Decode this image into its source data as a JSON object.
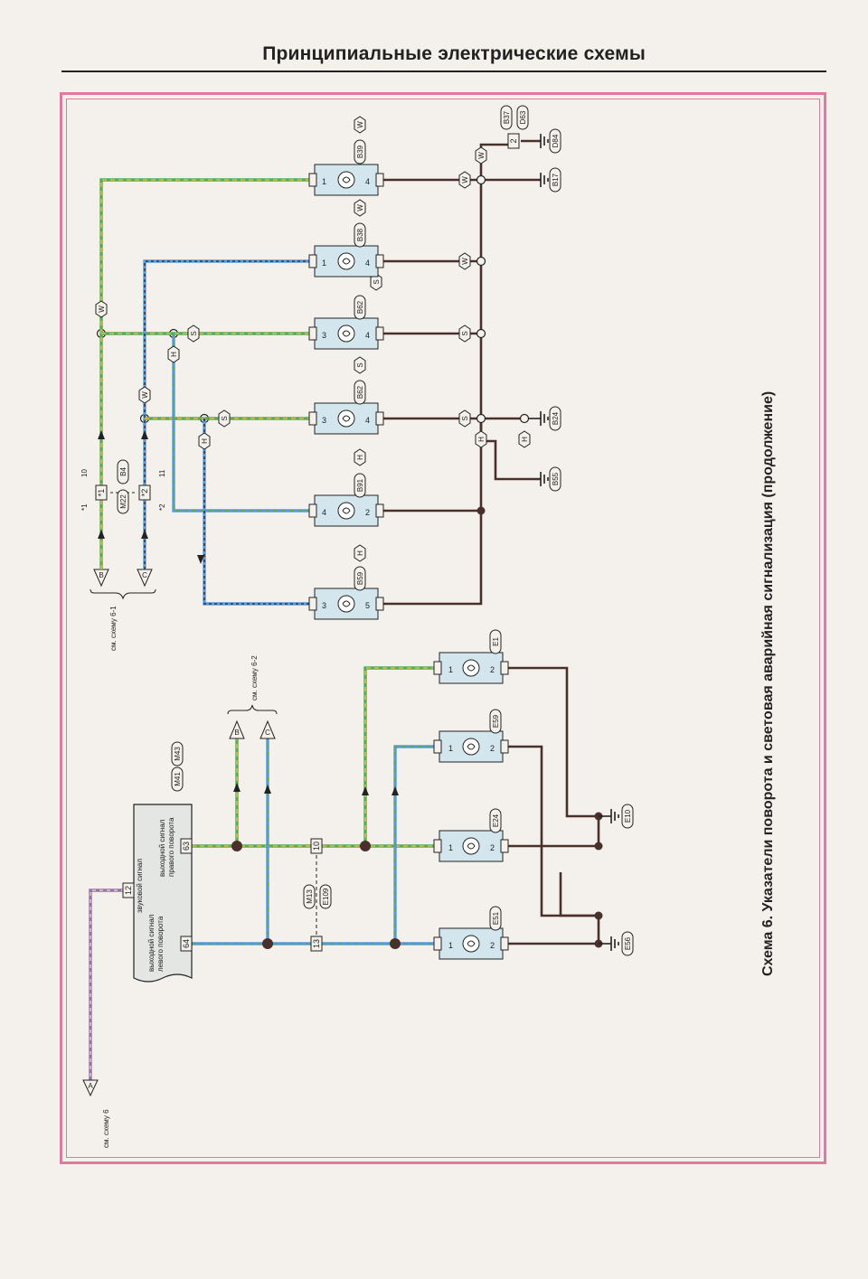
{
  "page": {
    "header_title": "Принципиальные электрические схемы",
    "caption": "Схема 6. Указатели поворота и световая аварийная сигнализация (продолжение)"
  },
  "colors": {
    "frame": "#e0799f",
    "wire_dark": "#4a302a",
    "wire_green": "#5aa85a",
    "wire_yellow": "#d8c040",
    "wire_blue": "#5a9ad8",
    "wire_violet": "#9a70a8",
    "lamp_fill": "#d3e6ee"
  },
  "diagram": {
    "module": {
      "label_left_turn": [
        "выходной сигнал",
        "левого поворота"
      ],
      "label_horn": "звуковой сигнал",
      "label_right_turn": [
        "выходной сигнал",
        "правого поворота"
      ],
      "pins": {
        "left": "64",
        "horn": "12",
        "right": "63"
      },
      "refs": [
        "M41",
        "M43"
      ]
    },
    "refs": {
      "see_6": "см. схему 6",
      "see_6_1": "см. схему 6-1",
      "see_6_2": "см. схему 6-2"
    },
    "connector_mid": {
      "pin_left": "13",
      "pin_right": "10",
      "refs": [
        "M13",
        "E109"
      ]
    },
    "connector_top": {
      "pin_upper": "*1",
      "pin_lower": "*2",
      "num_upper": "10",
      "num_lower": "11",
      "note_upper": "*1",
      "note_lower": "*2",
      "refs": [
        "M22",
        "B4"
      ]
    },
    "offpage": [
      "A",
      "B",
      "C",
      "B",
      "C"
    ],
    "lamps_bottom": [
      {
        "pin_in": "1",
        "pin_out": "2",
        "ref": "E51"
      },
      {
        "pin_in": "1",
        "pin_out": "2",
        "ref": "E24"
      },
      {
        "pin_in": "1",
        "pin_out": "2",
        "ref": "E59"
      },
      {
        "pin_in": "1",
        "pin_out": "2",
        "ref": "E1"
      }
    ],
    "grounds_bottom": [
      "E56",
      "E10"
    ],
    "lamps_top": [
      {
        "pin_in": "3",
        "pin_out": "5",
        "ref": "B59",
        "hex": "H"
      },
      {
        "pin_in": "4",
        "pin_out": "2",
        "ref": "B91",
        "hex": "H"
      },
      {
        "pin_in": "3",
        "pin_out": "4",
        "ref": "B62",
        "hex": "S"
      },
      {
        "pin_in": "3",
        "pin_out": "4",
        "ref": "B62",
        "hex": "S"
      },
      {
        "pin_in": "1",
        "pin_out": "4",
        "ref": "B38",
        "hex": "W"
      },
      {
        "pin_in": "1",
        "pin_out": "4",
        "ref": "B39",
        "hex": "W"
      }
    ],
    "hex_codes": {
      "H": "H",
      "S": "S",
      "W": "W"
    },
    "grounds_top": [
      "B55",
      "B24",
      "B17",
      "D84"
    ],
    "connector_corner": {
      "pin": "2",
      "refs": [
        "B37",
        "D63"
      ]
    }
  }
}
